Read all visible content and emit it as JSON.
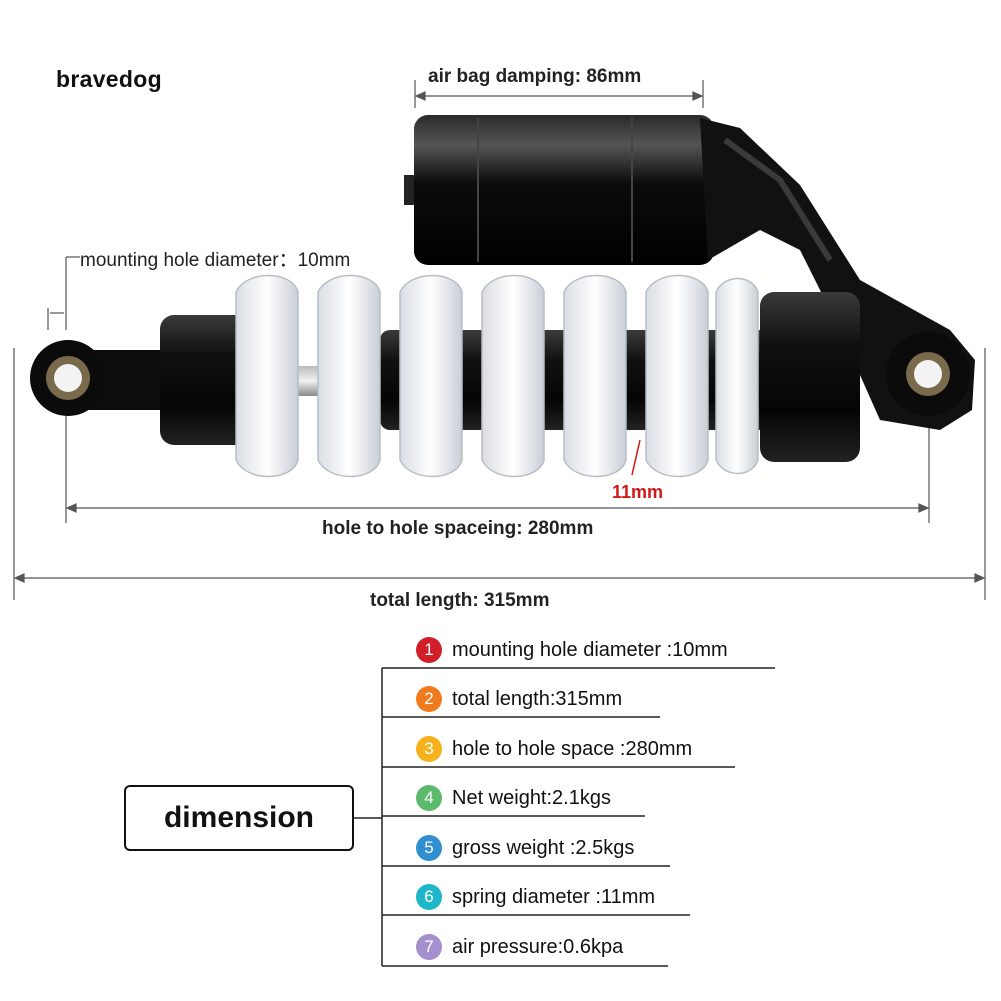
{
  "brand": "bravedog",
  "dimensions": {
    "air_bag": "air bag damping: 86mm",
    "mounting_hole": "mounting hole diameter：10mm",
    "spring": "11mm",
    "hole_to_hole": "hole to hole spaceing: 280mm",
    "total_length": "total length:  315mm"
  },
  "spec_box_label": "dimension",
  "specs": [
    {
      "num": "1",
      "text": "mounting hole diameter :10mm",
      "color": "#d11f2a"
    },
    {
      "num": "2",
      "text": "total length:315mm",
      "color": "#f07a1e"
    },
    {
      "num": "3",
      "text": "hole to hole space :280mm",
      "color": "#f6b21c"
    },
    {
      "num": "4",
      "text": "Net weight:2.1kgs",
      "color": "#5cba6c"
    },
    {
      "num": "5",
      "text": "gross weight :2.5kgs",
      "color": "#2f8fd0"
    },
    {
      "num": "6",
      "text": "spring diameter :11mm",
      "color": "#1eb6c9"
    },
    {
      "num": "7",
      "text": "air pressure:0.6kpa",
      "color": "#a48fcf"
    }
  ]
}
